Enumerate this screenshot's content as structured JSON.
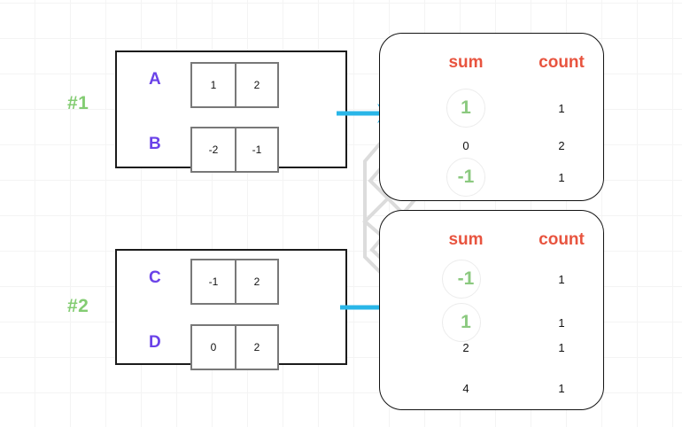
{
  "diagram": {
    "title_hidden": "",
    "colors": {
      "accent_header": "#e8543f",
      "highlight_green": "#8bc97f",
      "group_label_green": "#83cc72",
      "letter_purple": "#6a42e8",
      "arrow_blue": "#29b6e8",
      "wire_gray": "#d9d9d9",
      "grid": "#f4f4f4"
    },
    "groups": [
      {
        "label": "#1",
        "rows": [
          {
            "name": "A",
            "cells": [
              "1",
              "2"
            ]
          },
          {
            "name": "B",
            "cells": [
              "-2",
              "-1"
            ]
          }
        ]
      },
      {
        "label": "#2",
        "rows": [
          {
            "name": "C",
            "cells": [
              "-1",
              "2"
            ]
          },
          {
            "name": "D",
            "cells": [
              "0",
              "2"
            ]
          }
        ]
      }
    ],
    "tables": [
      {
        "headers": [
          "sum",
          "count"
        ],
        "rows": [
          {
            "sum": "1",
            "count": "1",
            "highlight": true
          },
          {
            "sum": "0",
            "count": "2",
            "highlight": false
          },
          {
            "sum": "-1",
            "count": "1",
            "highlight": true
          }
        ]
      },
      {
        "headers": [
          "sum",
          "count"
        ],
        "rows": [
          {
            "sum": "-1",
            "count": "1",
            "highlight": true
          },
          {
            "sum": "1",
            "count": "1",
            "highlight": true
          },
          {
            "sum": "2",
            "count": "1",
            "highlight": false
          },
          {
            "sum": "4",
            "count": "1",
            "highlight": false
          }
        ]
      }
    ],
    "arrows": [
      {
        "name": "arrow-group1-to-table1"
      },
      {
        "name": "arrow-group2-to-table2"
      }
    ]
  }
}
